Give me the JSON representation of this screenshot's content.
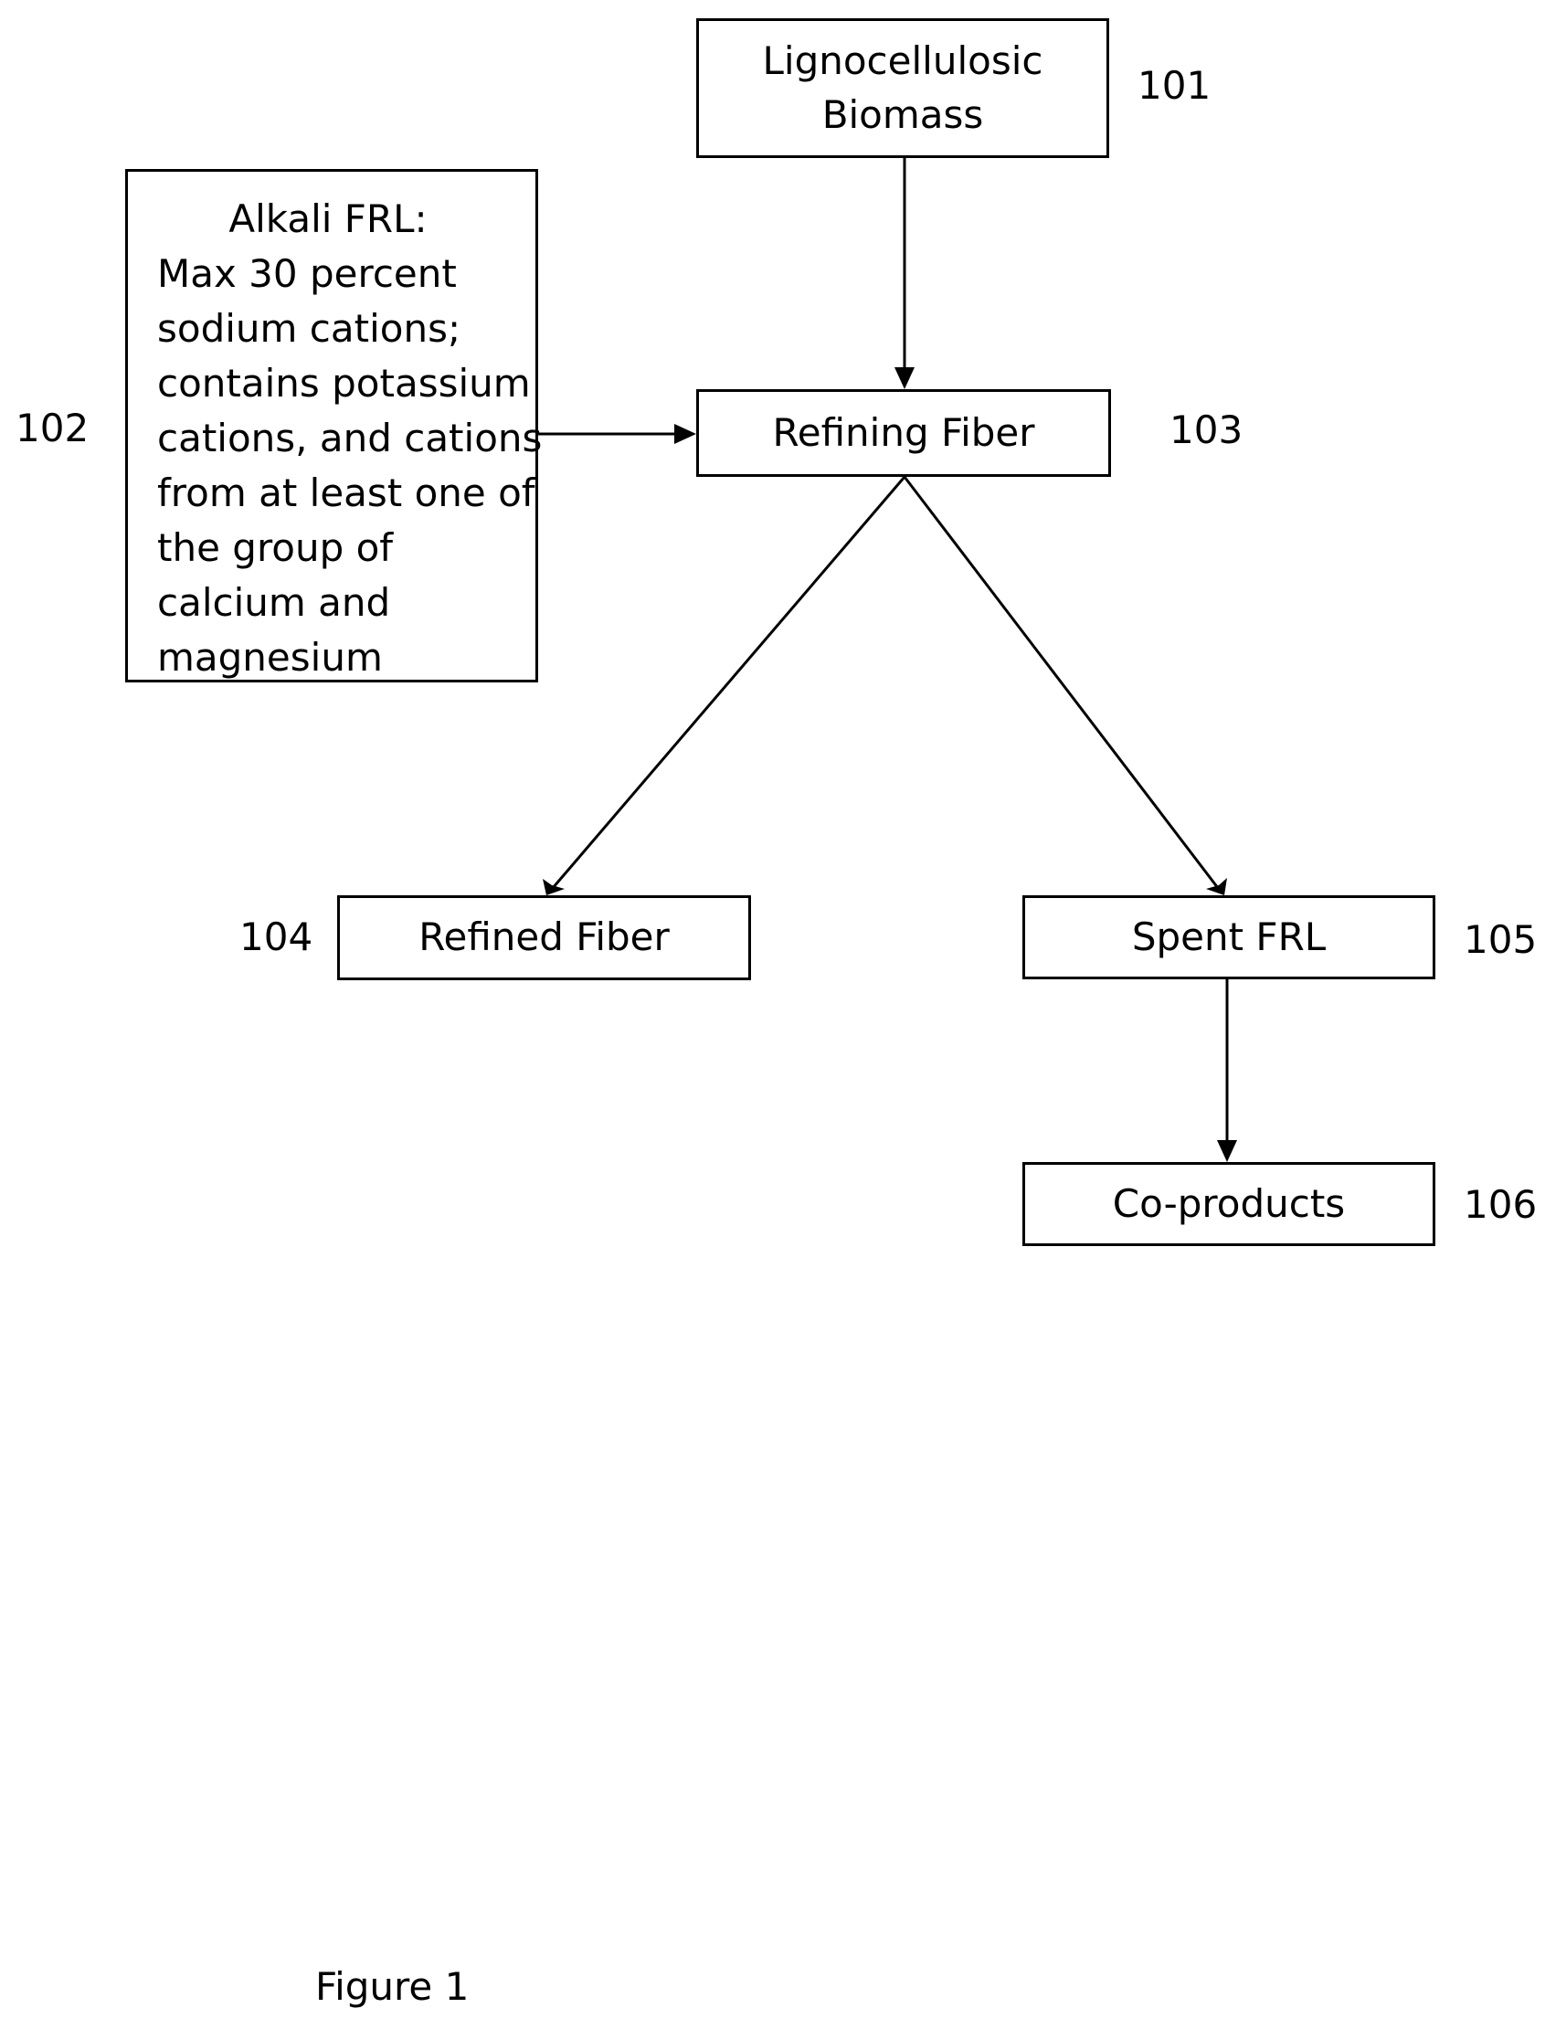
{
  "nodes": {
    "biomass": {
      "label_line1": "Lignocellulosic",
      "label_line2": "Biomass",
      "ref": "101"
    },
    "alkali_frl": {
      "heading": "Alkali FRL:",
      "lines": [
        "Max 30 percent",
        "sodium cations;",
        "contains potassium",
        "cations, and cations",
        "from at least one of",
        "the group of",
        "calcium and",
        "magnesium"
      ],
      "ref": "102"
    },
    "refining_fiber": {
      "label": "Refining Fiber",
      "ref": "103"
    },
    "refined_fiber": {
      "label": "Refined Fiber",
      "ref": "104"
    },
    "spent_frl": {
      "label": "Spent FRL",
      "ref": "105"
    },
    "co_products": {
      "label": "Co-products",
      "ref": "106"
    }
  },
  "caption": "Figure 1"
}
